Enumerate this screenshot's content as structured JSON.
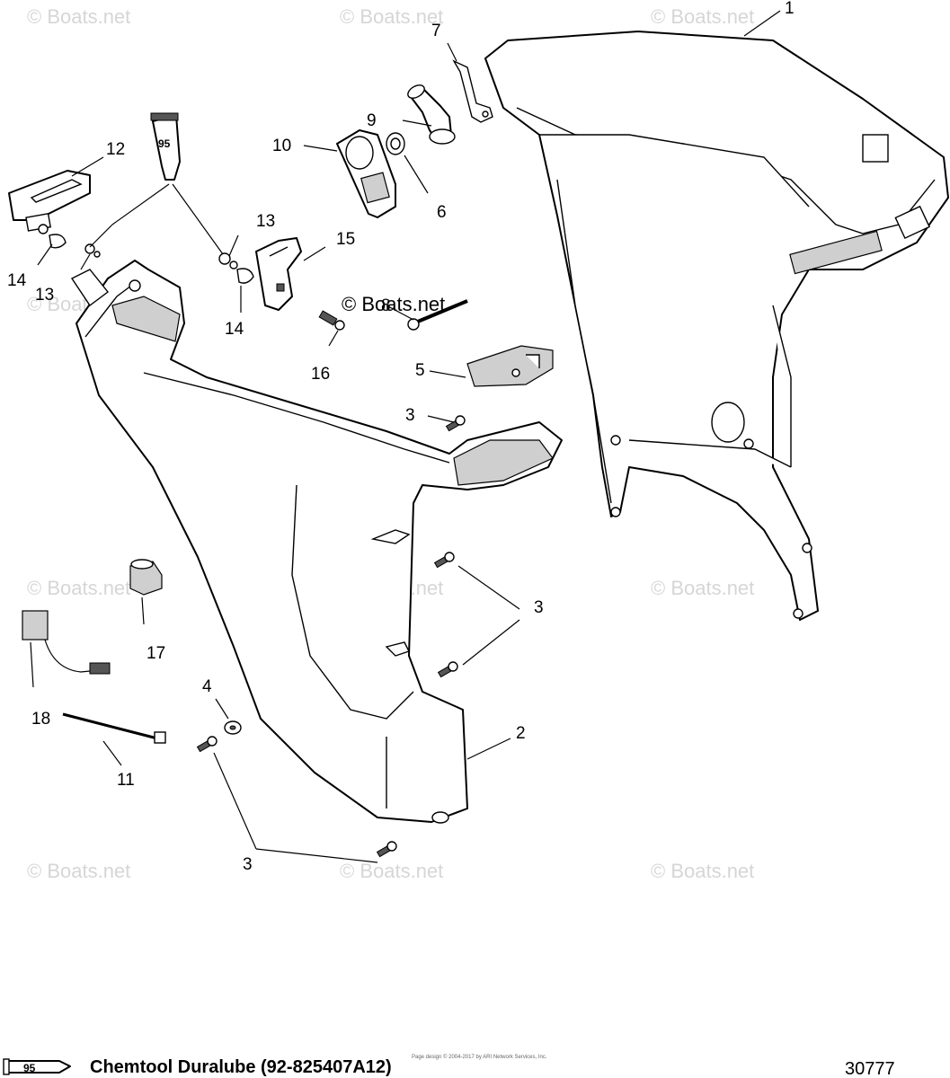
{
  "watermark": "© Boats.net",
  "watermark_center": "© Boats.net",
  "callouts": {
    "c1": "1",
    "c2": "2",
    "c3a": "3",
    "c3b": "3",
    "c3c": "3",
    "c4": "4",
    "c5": "5",
    "c6": "6",
    "c7": "7",
    "c8": "8",
    "c9": "9",
    "c10": "10",
    "c11": "11",
    "c12": "12",
    "c13a": "13",
    "c13b": "13",
    "c14a": "14",
    "c14b": "14",
    "c15": "15",
    "c16": "16",
    "c17": "17",
    "c18": "18"
  },
  "tube_label": "95",
  "legend": {
    "tube_label": "95",
    "text": "Chemtool Duralube (92-825407A12)"
  },
  "copyright": "Page design © 2004-2017 by ARI Network Services, Inc.",
  "figure_id": "30777"
}
